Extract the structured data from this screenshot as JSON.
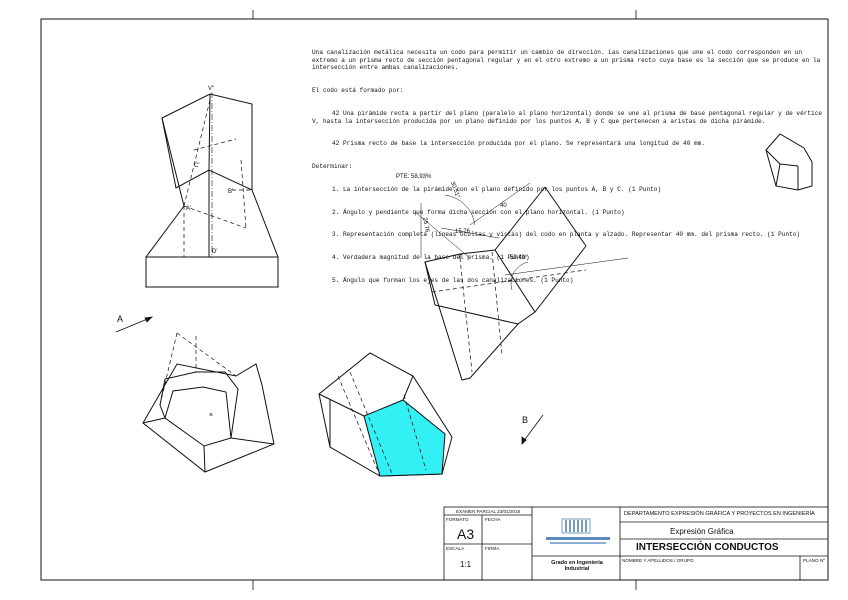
{
  "statement": {
    "intro": "Una canalización metálica necesita un codo para permitir un cambio de dirección. Las canalizaciones que une el codo corresponden en un extremo a un prisma recto de sección pentagonal regular y en el otro extremo a un prisma recto cuya base es la sección que se produce en la intersección entre ambas canalizaciones.",
    "formed_by": "El codo está formado por:",
    "item_42a": "42 Una pirámide recta a partir del plano (paralelo al plano horizontal) donde se une al prisma de base pentagonal regular y de vértice V, hasta la intersección producida por un plano definido por los puntos A, B y C que pertenecen a aristas de dicha pirámide.",
    "item_42b": "42 Prisma recto de base la intersección producida por el plano. Se representará una longitud de 40 mm.",
    "determine": "Determinar:",
    "tasks": [
      "1. La intersección de la pirámide con el plano definido por los puntos A, B y C. (1 Punto)",
      "2. Ángulo y pendiente que forma dicha sección con el plano horizontal. (1 Punto)",
      "3. Representación completa (líneas ocultas y vistas) del codo en planta y alzado. Representar 40 mm. del prisma recto. (1 Punto)",
      "4. Verdadera magnitud de la base del prisma. (1 Punto)",
      "5. Ángulo que forman los ejes de las dos canalizaciones. (1 Punto)"
    ]
  },
  "drawing": {
    "labels": {
      "v_top": "V''",
      "c_label": "C'",
      "b_label": "B'",
      "a_label": "A'",
      "d_label": "D'",
      "pte": "PTE: 58,93%",
      "angle_top": "30.51°",
      "dim_left": "25.76",
      "dim_mid": "15.76",
      "dim_40": "40",
      "angle_right": "59.49°",
      "view_a": "A",
      "view_b": "B"
    },
    "fill_color": "#33f0f5"
  },
  "title_block": {
    "exam": "EXAMEN PARCIAL 23/01/2018",
    "format_label": "FORMATO",
    "format_value": "A3",
    "date_label": "FECHA",
    "scale_label": "ESCALA",
    "scale_value": "1:1",
    "signature_label": "FIRMA",
    "degree": "Grado en Ingeniería Industrial",
    "department": "DEPARTAMENTO EXPRESIÓN GRÁFICA Y PROYECTOS EN INGENIERÍA",
    "subject": "Expresión Gráfica",
    "title": "INTERSECCIÓN CONDUCTOS",
    "name_label": "NOMBRE Y APELLIDOS / GRUPO",
    "plan_label": "PLANO Nº"
  }
}
